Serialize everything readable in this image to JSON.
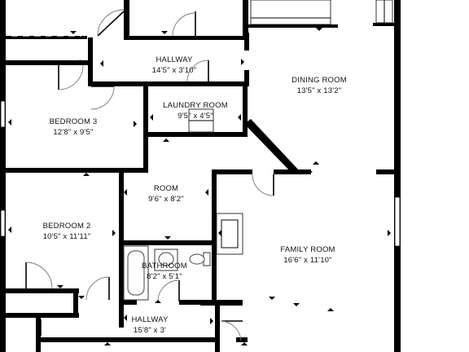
{
  "floor_plan": {
    "rooms": [
      {
        "id": "hallway-top",
        "name": "HALLWAY",
        "dims": "14'5\" x 3'10\""
      },
      {
        "id": "dining-room",
        "name": "DINING ROOM",
        "dims": "13'5\" x 13'2\""
      },
      {
        "id": "laundry-room",
        "name": "LAUNDRY ROOM",
        "dims": "9'5\" x 4'5\""
      },
      {
        "id": "bedroom-3",
        "name": "BEDROOM 3",
        "dims": "12'8\" x 9'5\""
      },
      {
        "id": "room",
        "name": "ROOM",
        "dims": "9'6\" x 8'2\""
      },
      {
        "id": "bedroom-2",
        "name": "BEDROOM 2",
        "dims": "10'5\" x 11'11\""
      },
      {
        "id": "family-room",
        "name": "FAMILY ROOM",
        "dims": "16'6\" x 11'10\""
      },
      {
        "id": "bathroom",
        "name": "BATHROOM",
        "dims": "8'2\" x 5'1\""
      },
      {
        "id": "hallway-bottom",
        "name": "HALLWAY",
        "dims": "15'8\" x 3'"
      }
    ]
  }
}
